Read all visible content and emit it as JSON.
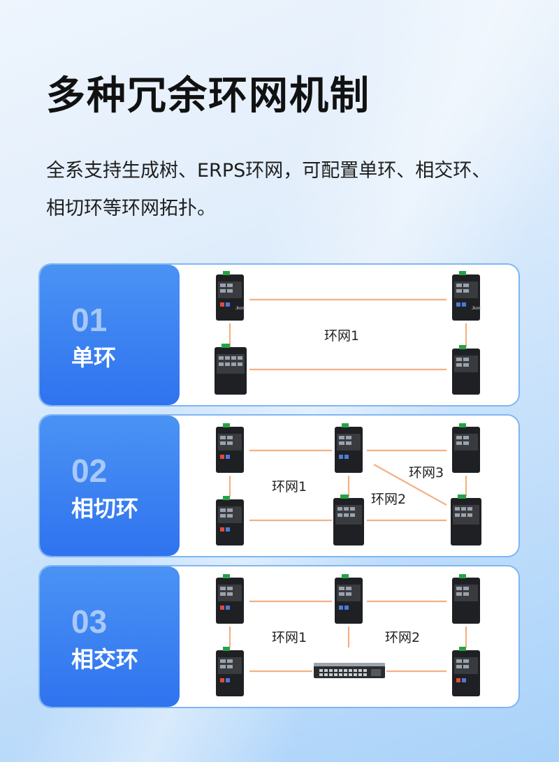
{
  "header": {
    "title": "多种冗余环网机制",
    "description": "全系支持生成树、ERPS环网，可配置单环、相交环、相切环等环网拓扑。"
  },
  "colors": {
    "link": "#f4b083",
    "accent": "#2f73ef",
    "panel_border": "#7eb6f3"
  },
  "panels": [
    {
      "number": "01",
      "name": "单环",
      "rings": [
        "环网1"
      ]
    },
    {
      "number": "02",
      "name": "相切环",
      "rings": [
        "环网1",
        "环网2",
        "环网3"
      ]
    },
    {
      "number": "03",
      "name": "相交环",
      "rings": [
        "环网1",
        "环网2"
      ]
    }
  ]
}
